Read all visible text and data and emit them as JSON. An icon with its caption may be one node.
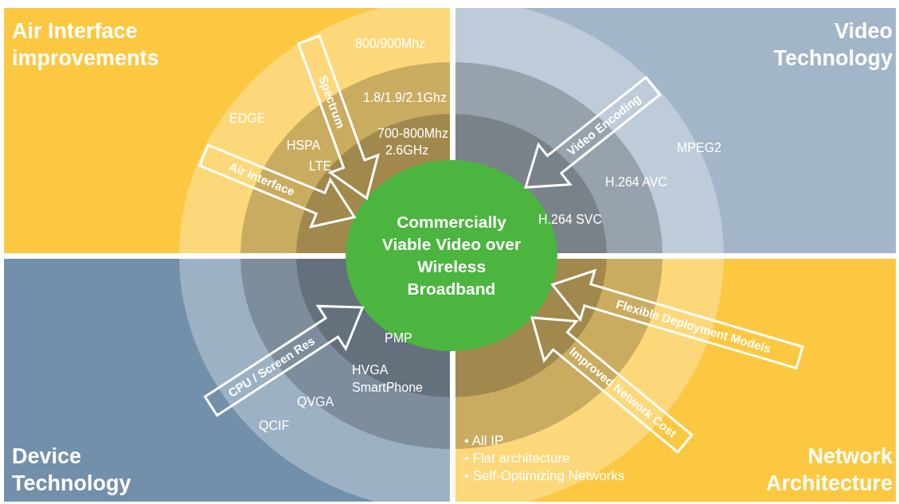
{
  "diagram": {
    "nodes": [
      {
        "text": [
          "Air Interface improvements"
        ]
      },
      {
        "text": [
          "Video Technology"
        ]
      },
      {
        "text": [
          "Device Technology"
        ]
      },
      {
        "text": [
          "Network Architecture"
        ]
      },
      {
        "text": [
          "Commercially Viable Video over Wireless Broadband"
        ]
      }
    ],
    "edges": [
      {
        "from": null,
        "to": 4,
        "arrow": "to",
        "label": "Spectrum",
        "style": "thick"
      },
      {
        "from": null,
        "to": 4,
        "arrow": "to",
        "label": "Air Interface",
        "style": "thick"
      },
      {
        "from": null,
        "to": 4,
        "arrow": "to",
        "label": "Video Encoding",
        "style": "thick"
      },
      {
        "from": null,
        "to": 4,
        "arrow": "to",
        "label": "CPU / Screen Res",
        "style": "thick"
      },
      {
        "from": null,
        "to": 4,
        "arrow": "to",
        "label": "Flexible Deployment Models",
        "style": "thick"
      },
      {
        "from": null,
        "to": 4,
        "arrow": "to",
        "label": "Improved Network Cost",
        "style": "thick"
      }
    ],
    "labels": [
      "800/900Mhz",
      "1.8/1.9/2.1Ghz",
      "EDGE",
      "700-800Mhz",
      "2.6GHz",
      "HSPA",
      "MPEG2",
      "LTE",
      "H.264 AVC",
      "H.264 SVC",
      "PMP",
      "HVGA",
      "SmartPhone",
      "QVGA",
      "QCIF",
      "• All IP",
      "• Flat architecture",
      "• Self-Optimizing Networks"
    ]
  }
}
